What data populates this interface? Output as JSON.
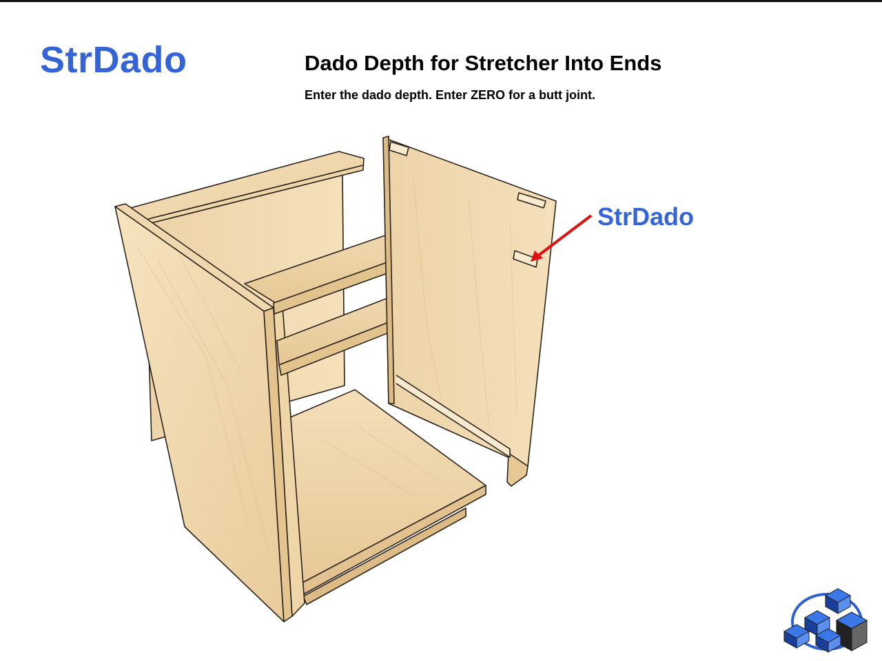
{
  "header": {
    "param_code": "StrDado",
    "title": "Dado Depth for Stretcher Into Ends",
    "instructions": "Enter the dado depth. Enter ZERO for a butt joint."
  },
  "callout": {
    "label": "StrDado",
    "arrow_color": "#e01010"
  },
  "colors": {
    "accent": "#3564d6",
    "wood_light": "#f3dfb9",
    "wood_mid": "#ebd0a3",
    "wood_dark": "#d9b987",
    "edge": "#2a2118"
  },
  "logo": {
    "icon": "blue-cubes-logo-icon"
  }
}
